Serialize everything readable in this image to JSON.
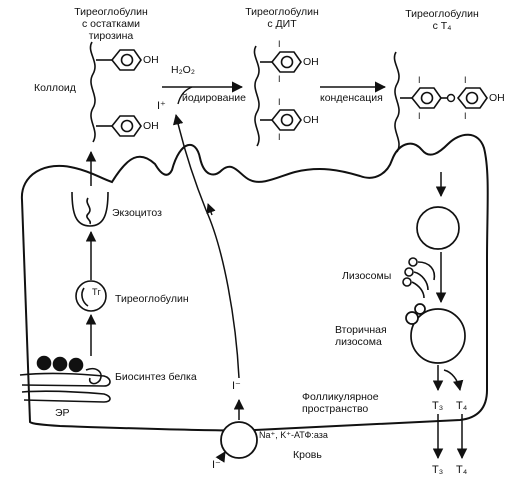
{
  "top": {
    "tg_tyrosine": [
      "Тиреоглобулин",
      "с остатками",
      "тирозина"
    ],
    "tg_dit": [
      "Тиреоглобулин",
      "с ДИТ"
    ],
    "tg_t4": [
      "Тиреоглобулин",
      "с T₄"
    ]
  },
  "labels": {
    "colloid": "Коллоид",
    "h2o2": "H₂O₂",
    "iodination": "йодирование",
    "condensation": "конденсация",
    "exocytosis": "Экзоцитоз",
    "thyroglobulin": "Тиреоглобулин",
    "protein_synthesis": "Биосинтез белка",
    "er": "ЭР",
    "lysosomes": "Лизосомы",
    "secondary_lysosome": [
      "Вторичная",
      "лизосома"
    ],
    "follicular_space": [
      "Фолликулярное",
      "пространство"
    ],
    "atpase": "Na⁺, K⁺-АТФ:аза",
    "blood": "Кровь",
    "tg_in_vesicle": "Тг"
  },
  "chem": {
    "oh": "OH",
    "iodine": "I"
  },
  "ions": {
    "i_plus": "I⁺",
    "i_minus": "I⁻",
    "t3": "T₃",
    "t4": "T₄"
  }
}
